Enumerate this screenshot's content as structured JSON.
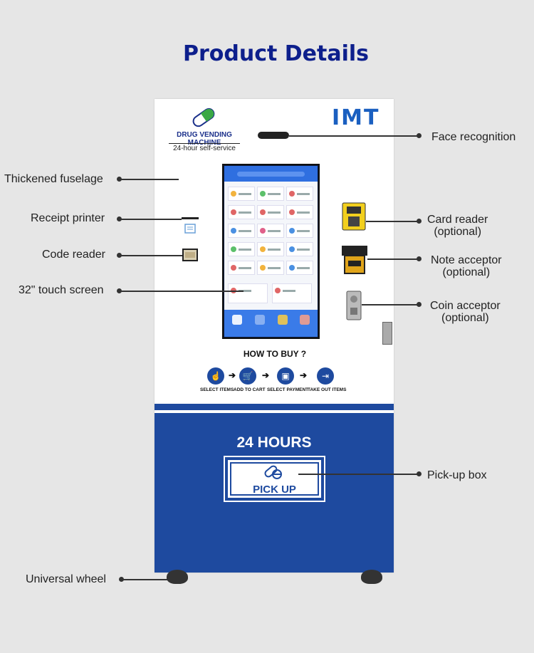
{
  "page": {
    "title": "Product Details"
  },
  "machine": {
    "logo_text": "DRUG VENDING MACHINE",
    "logo_subtitle": "24-hour self-service",
    "brand": "IMT",
    "how_to_buy": {
      "title": "HOW TO BUY ?",
      "steps": [
        "SELECT ITEMS",
        "ADD TO CART",
        "SELECT PAYMENT",
        "TAKE OUT ITEMS"
      ]
    },
    "hours_label": "24 HOURS",
    "pickup_label": "PICK UP"
  },
  "callouts": {
    "left": [
      "Thickened fuselage",
      "Receipt printer",
      "Code reader",
      "32\" touch screen",
      "Universal wheel"
    ],
    "right": [
      "Face recognition",
      "Card reader\n(optional)",
      "Note acceptor\n(optional)",
      "Coin acceptor\n(optional)",
      "Pick-up box"
    ]
  },
  "colors": {
    "title": "#0d1f8c",
    "machine_blue": "#1e4a9f",
    "screen_blue": "#2f6fe0"
  },
  "icons": [
    "pill-logo-icon",
    "face-camera-icon",
    "receipt-printer-icon",
    "code-reader-icon",
    "card-reader-icon",
    "note-acceptor-icon",
    "coin-acceptor-icon",
    "wheel-icon",
    "pill-pickup-icon"
  ]
}
